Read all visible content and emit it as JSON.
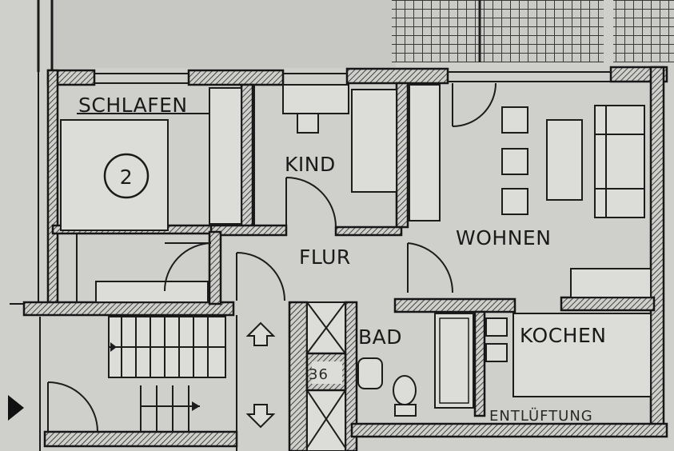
{
  "rooms": {
    "schlafen": "SCHLAFEN",
    "kind": "KIND",
    "flur": "FLUR",
    "wohnen": "WOHNEN",
    "bad": "BAD",
    "kochen": "KOCHEN"
  },
  "unit_number": "2",
  "entlueftung": "ENTLÜFTUNG",
  "shaft_label": "36"
}
